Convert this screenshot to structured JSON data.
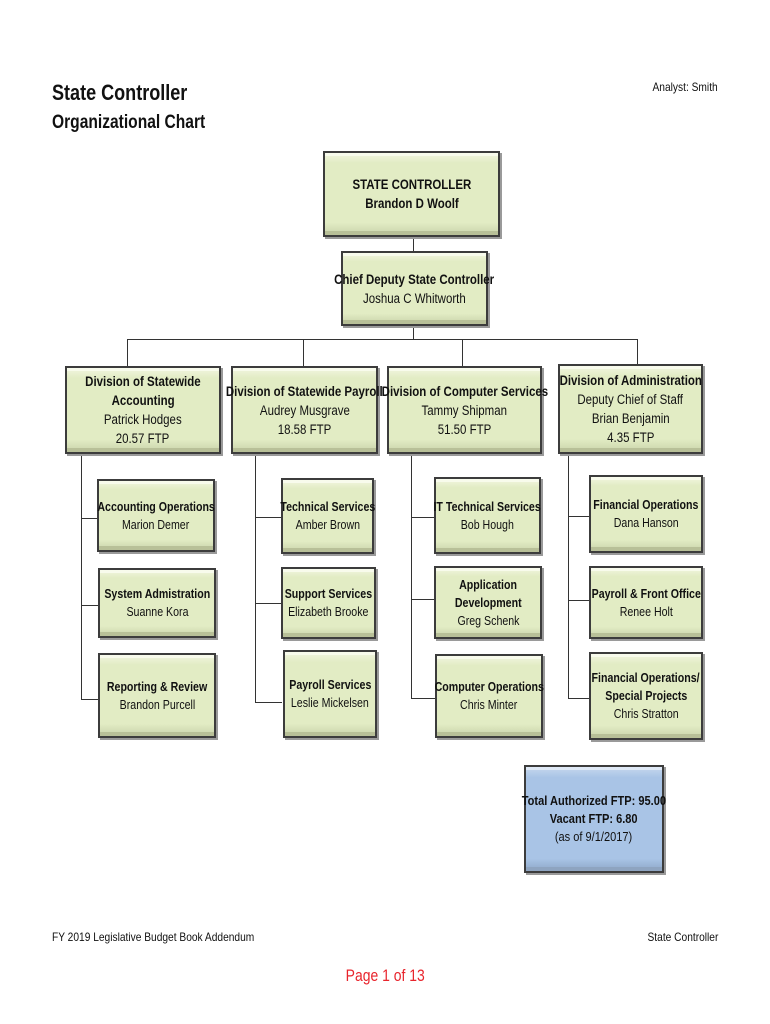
{
  "header": {
    "title": "State Controller",
    "subtitle": "Organizational Chart",
    "analyst": "Analyst: Smith"
  },
  "top": {
    "title": "STATE CONTROLLER",
    "name": "Brandon D Woolf"
  },
  "deputy": {
    "title": "Chief Deputy State Controller",
    "name": "Joshua C Whitworth"
  },
  "divisions": [
    {
      "title_line1": "Division of Statewide",
      "title_line2": "Accounting",
      "name": "Patrick Hodges",
      "ftp": "20.57 FTP",
      "units": [
        {
          "title": "Accounting Operations",
          "name": "Marion Demer"
        },
        {
          "title": "System Admistration",
          "name": "Suanne Kora"
        },
        {
          "title": "Reporting & Review",
          "name": "Brandon Purcell"
        }
      ]
    },
    {
      "title_line1": "Division of Statewide Payroll",
      "name": "Audrey Musgrave",
      "ftp": "18.58 FTP",
      "units": [
        {
          "title": "Technical Services",
          "name": "Amber Brown"
        },
        {
          "title": "Support Services",
          "name": "Elizabeth Brooke"
        },
        {
          "title": "Payroll Services",
          "name": "Leslie Mickelsen"
        }
      ]
    },
    {
      "title_line1": "Division of Computer Services",
      "name": "Tammy Shipman",
      "ftp": "51.50 FTP",
      "units": [
        {
          "title": "IT Technical Services",
          "name": "Bob Hough"
        },
        {
          "title_line1": "Application",
          "title_line2": "Development",
          "name": "Greg Schenk"
        },
        {
          "title": "Computer Operations",
          "name": "Chris Minter"
        }
      ]
    },
    {
      "title_line1": "Division of Administration",
      "role": "Deputy Chief of Staff",
      "name": "Brian Benjamin",
      "ftp": "4.35 FTP",
      "units": [
        {
          "title": "Financial Operations",
          "name": "Dana Hanson"
        },
        {
          "title": "Payroll & Front Office",
          "name": "Renee Holt"
        },
        {
          "title_line1": "Financial Operations/",
          "title_line2": "Special Projects",
          "name": "Chris Stratton"
        }
      ]
    }
  ],
  "summary": {
    "total": "Total Authorized FTP: 95.00",
    "vacant": "Vacant FTP: 6.80",
    "as_of": "(as of 9/1/2017)"
  },
  "footer": {
    "left": "FY 2019 Legislative Budget Book Addendum",
    "right": "State Controller",
    "page": "Page 1 of 13"
  },
  "colors": {
    "box_fill": "#e2ecc4",
    "summary_fill": "#a9c4e6",
    "page_label": "#e8242c"
  }
}
